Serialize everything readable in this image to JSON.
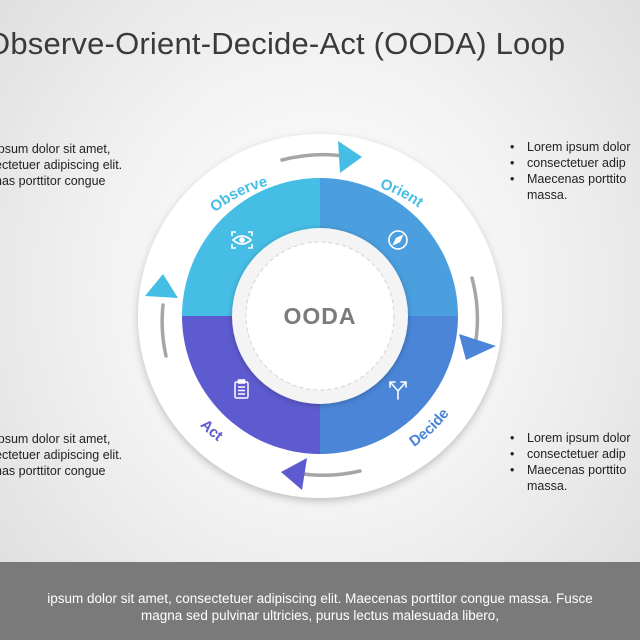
{
  "title": "Observe-Orient-Decide-Act (OODA) Loop",
  "center": {
    "label": "OODA"
  },
  "segments": [
    {
      "key": "observe",
      "label": "Observe",
      "color": "#45bde5",
      "label_color": "#45bde5",
      "icon": "eye-scan-icon"
    },
    {
      "key": "orient",
      "label": "Orient",
      "color": "#4b9fdf",
      "label_color": "#45bde5",
      "icon": "compass-icon"
    },
    {
      "key": "decide",
      "label": "Decide",
      "color": "#4a85d8",
      "label_color": "#4a85d8",
      "icon": "split-arrow-icon"
    },
    {
      "key": "act",
      "label": "Act",
      "color": "#5d5bcf",
      "label_color": "#5d5bcf",
      "icon": "clipboard-icon"
    }
  ],
  "arrow_colors": {
    "top": "#45bde5",
    "right": "#4a85d8",
    "bottom": "#5d5bcf",
    "left": "#45bde5"
  },
  "bullets": {
    "top_left": [
      "ipsum dolor sit amet,",
      "ectetuer adipiscing  elit.",
      "nas porttitor congue"
    ],
    "bottom_left": [
      "ipsum dolor sit amet,",
      "ectetuer adipiscing  elit.",
      "nas porttitor congue"
    ],
    "top_right": [
      "Lorem ipsum dolor",
      "consectetuer adip",
      "Maecenas porttito",
      "massa."
    ],
    "bottom_right": [
      "Lorem ipsum dolor",
      "consectetuer adip",
      "Maecenas porttito",
      "massa."
    ]
  },
  "footer": {
    "line1": "ipsum dolor sit amet, consectetuer adipiscing elit. Maecenas porttitor congue massa. Fusce",
    "line2": "magna sed pulvinar ultricies, purus lectus malesuada libero,"
  }
}
